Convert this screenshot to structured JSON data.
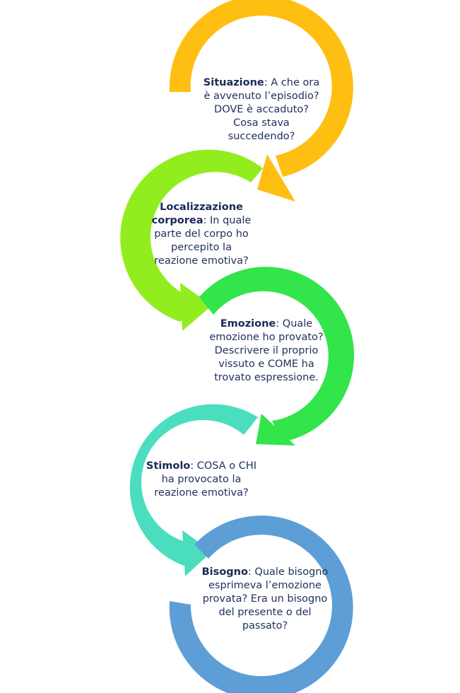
{
  "colors": {
    "step1": "#FFBE12",
    "step2": "#92ED1E",
    "step3": "#31E54A",
    "step4": "#4ADEBE",
    "step5": "#5E9ED6",
    "text": "#1F2F5C"
  },
  "steps": [
    {
      "title": "Situazione",
      "body": ": A che ora è avvenuto l’episodio? DOVE è accaduto? Cosa stava succedendo?"
    },
    {
      "title": "Localizzazione corporea",
      "body": ":  In quale parte del corpo ho percepito la reazione emotiva?"
    },
    {
      "title": "Emozione",
      "body": ": Quale emozione ho provato? Descrivere il proprio vissuto e COME ha trovato espressione."
    },
    {
      "title": "Stimolo",
      "body": ": COSA o CHI ha provocato la reazione emotiva?"
    },
    {
      "title": "Bisogno",
      "body": ": Quale bisogno esprimeva l’emozione provata? Era un bisogno del presente o del passato?"
    }
  ]
}
